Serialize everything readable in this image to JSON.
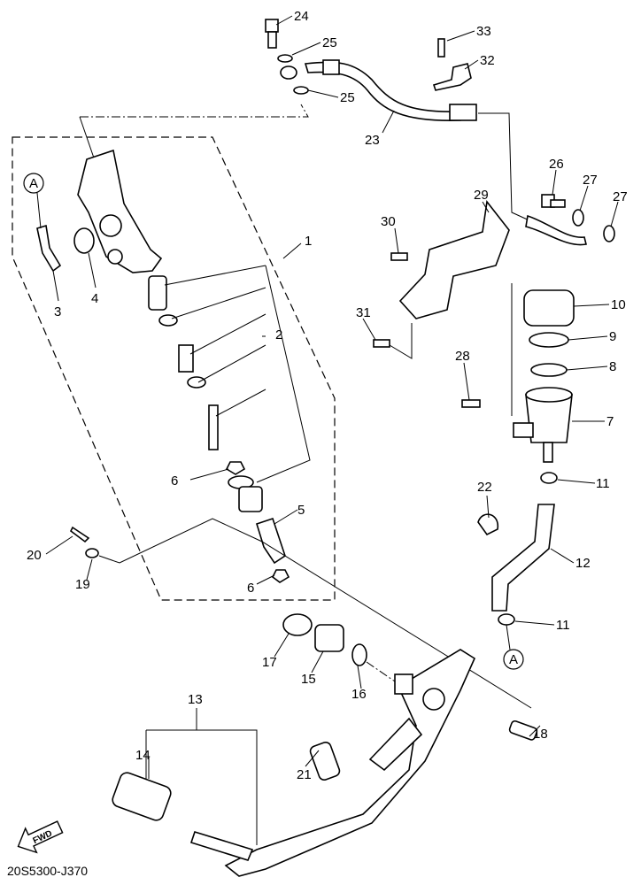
{
  "callouts": [
    "24",
    "25",
    "25",
    "33",
    "32",
    "23",
    "26",
    "27",
    "27",
    "29",
    "30",
    "1",
    "2",
    "31",
    "10",
    "9",
    "8",
    "28",
    "7",
    "3",
    "4",
    "6",
    "11",
    "22",
    "5",
    "20",
    "19",
    "12",
    "6",
    "11",
    "17",
    "15",
    "16",
    "18",
    "13",
    "14",
    "21"
  ],
  "reference_markers": [
    "A",
    "A"
  ],
  "fwd_label": "FWD",
  "diagram_code": "20S5300-J370"
}
